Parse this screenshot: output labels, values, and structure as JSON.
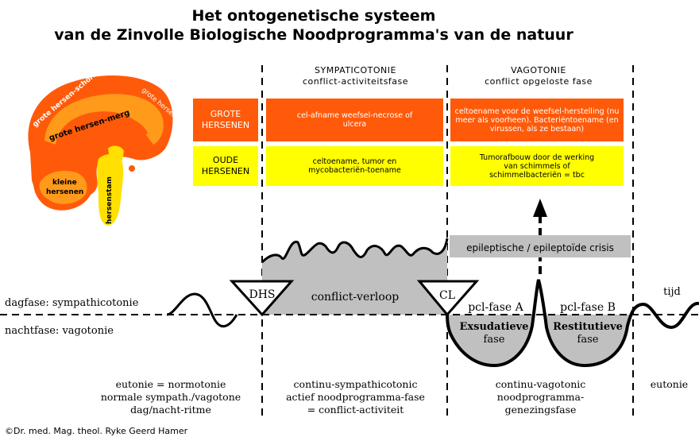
{
  "title": {
    "line1": "Het ontogenetische systeem",
    "line2": "van de Zinvolle Biologische Noodprogramma's van de natuur"
  },
  "brain": {
    "grote_hersen_schors": "grote hersen-schors",
    "grote_hersen_schors_right": "grote hersen-schors",
    "grote_hersen_merg": "grote hersen-merg",
    "kleine_hersenen": "kleine hersenen",
    "hersenstam": "hersenstam"
  },
  "columns": {
    "sympaticotonie": {
      "title": "SYMPATICOTONIE",
      "subtitle": "conflict-activiteitsfase"
    },
    "vagotonie": {
      "title": "VAGOTONIE",
      "subtitle": "conflict opgeloste fase"
    }
  },
  "rows": {
    "grote_hersenen": {
      "label": "GROTE HERSENEN",
      "sympaticotonie": "cel-afname weefsel-necrose of ulcera",
      "vagotonie": "celtoename voor de weefsel-herstelling (nu meer als voorheen). Bacteriëntoename (en virussen, als ze bestaan)"
    },
    "oude_hersenen": {
      "label": "OUDE HERSENEN",
      "sympaticotonie": "celtoename, tumor en mycobacteriën-toename",
      "vagotonie": "Tumorafbouw door de werking van schimmels of schimmelbacteriën = tbc"
    }
  },
  "graph": {
    "dagfase": "dagfase: sympathicotonie",
    "nachtfase": "nachtfase: vagotonie",
    "dhs": "DHS",
    "cl": "CL",
    "conflict_verloop": "conflict-verloop",
    "epileptic": "epileptische / epileptoïde crisis",
    "pcl_a": "pcl-fase A",
    "pcl_b": "pcl-fase B",
    "exsudatieve": "Exsudatieve",
    "restitutieve": "Restitutieve",
    "fase": "fase",
    "tijd": "tijd"
  },
  "bottom": {
    "left": [
      "eutonie = normotonie",
      "normale sympath./vagotone",
      "dag/nacht-ritme"
    ],
    "middle": [
      "continu-sympathicotonic",
      "actief noodprogramma-fase",
      "= conflict-activiteit"
    ],
    "right": [
      "continu-vagotonic",
      "noodprogramma-",
      "genezingsfase"
    ],
    "far_right": "eutonie"
  },
  "credit": "©Dr. med. Mag. theol. Ryke Geerd Hamer",
  "colors": {
    "orange": "#ff5a0a",
    "yellow": "#ffff00",
    "gray": "#c0c0c0",
    "brain_dark": "#ff5a0a",
    "brain_light": "#ff9a1a"
  }
}
